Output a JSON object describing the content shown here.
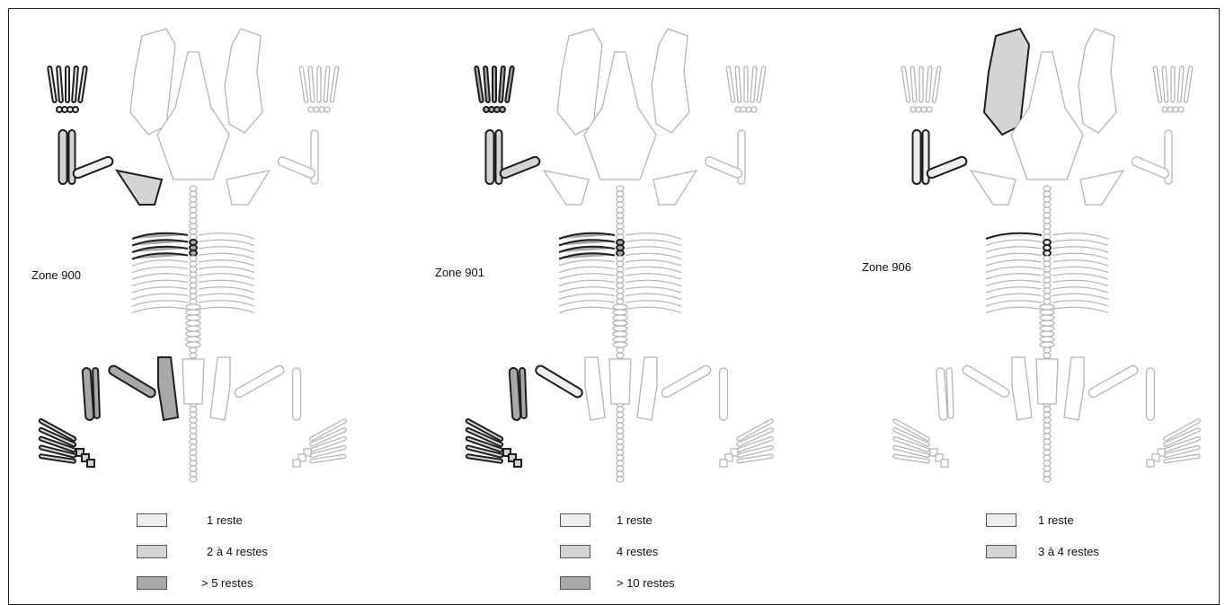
{
  "panels": [
    {
      "zone_label": "Zone 900",
      "legend": [
        {
          "label": "1 reste",
          "color": "#eeeeee"
        },
        {
          "label": "2 à 4 restes",
          "color": "#d4d4d4"
        },
        {
          "label": "> 5 restes",
          "color": "#a8a8a8"
        }
      ]
    },
    {
      "zone_label": "Zone 901",
      "legend": [
        {
          "label": "1 reste",
          "color": "#eeeeee"
        },
        {
          "label": "4 restes",
          "color": "#d4d4d4"
        },
        {
          "label": "> 10 restes",
          "color": "#a8a8a8"
        }
      ]
    },
    {
      "zone_label": "Zone 906",
      "legend": [
        {
          "label": "1 reste",
          "color": "#eeeeee"
        },
        {
          "label": "3 à 4 restes",
          "color": "#d4d4d4"
        }
      ]
    }
  ],
  "colors": {
    "outline_light": "#b5b5b5",
    "outline_dark": "#1e1e1e",
    "fill_none": "#ffffff"
  }
}
